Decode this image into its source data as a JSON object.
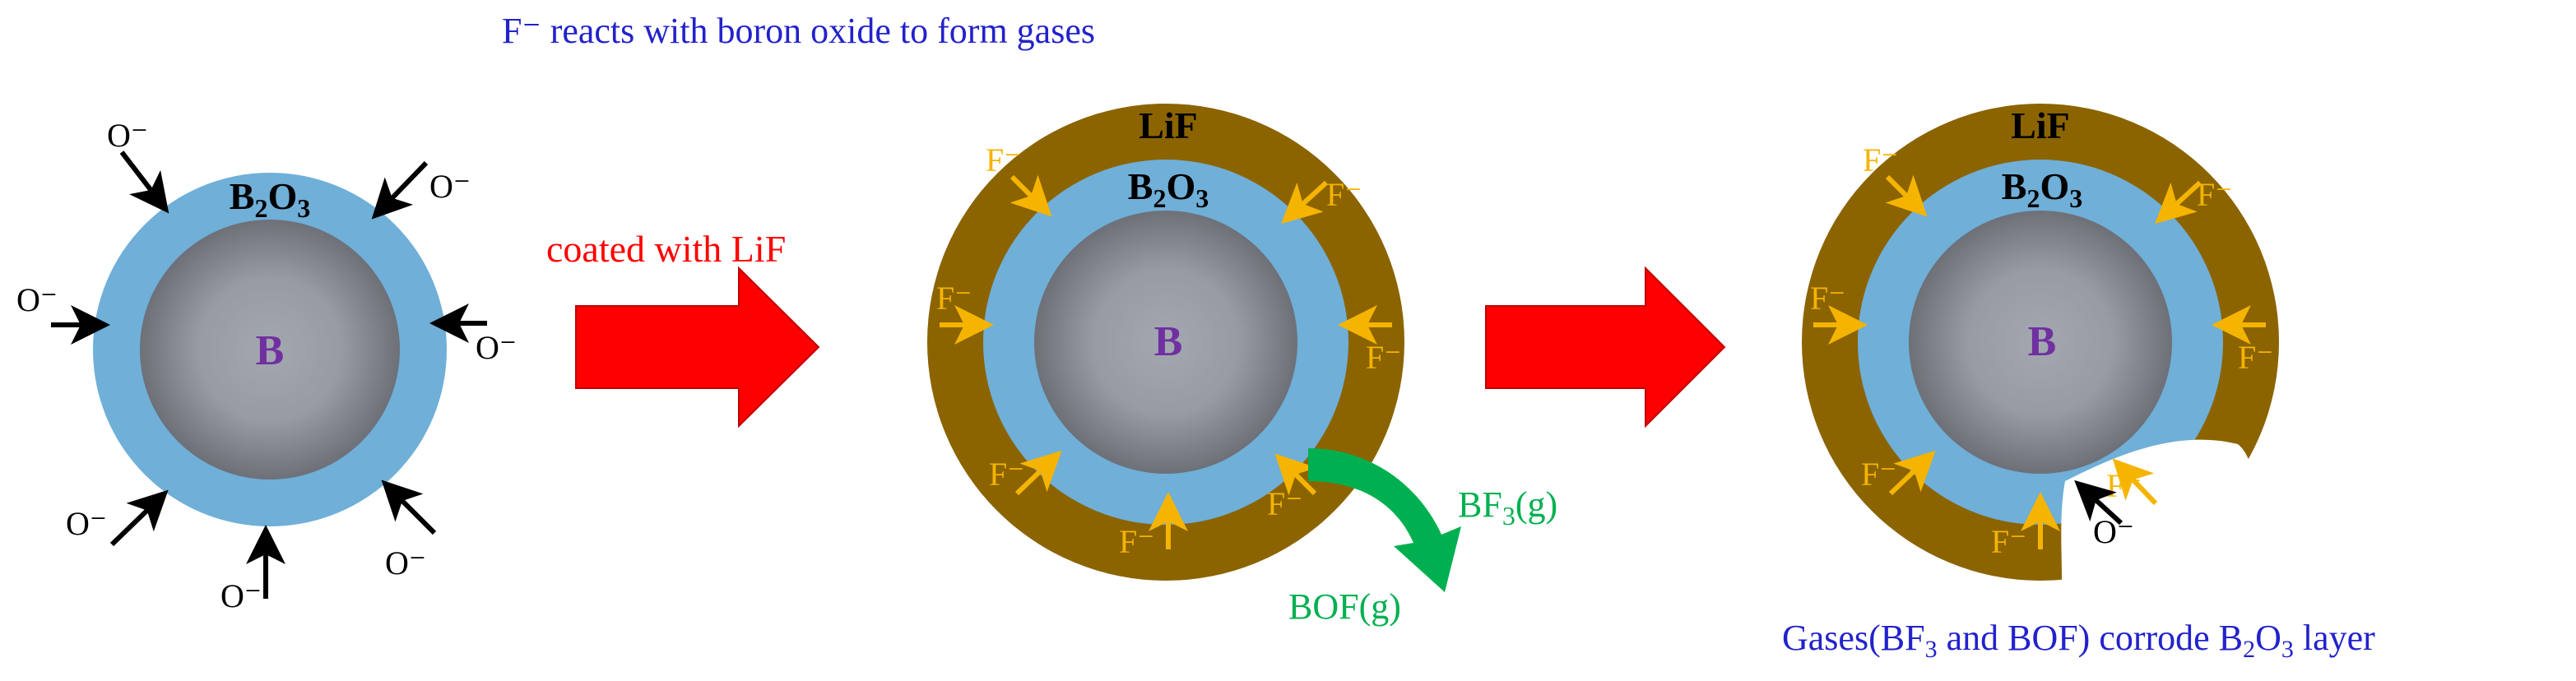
{
  "caption_top": "F⁻ reacts with boron oxide to form gases",
  "caption_bottom_parts": [
    "Gases(BF",
    "3",
    " and BOF) corrode B",
    "2",
    "O",
    "3",
    " layer"
  ],
  "arrow1_label": "coated with LiF",
  "core_label": "B",
  "oxide_label_parts": [
    "B",
    "2",
    "O",
    "3"
  ],
  "coating_label": "LiF",
  "oxygen_ion": "O⁻",
  "fluoride_ion": "F⁻",
  "gas1_parts": [
    "BF",
    "3",
    "(g)"
  ],
  "gas2_label": "BOF(g)",
  "colors": {
    "oxide_layer": "#6fafd8",
    "coating": "#8b6400",
    "core_outer": "#7b7d84",
    "core_inner": "#a3a8b0",
    "process_arrow": "#ff0000",
    "gas_arrow": "#00b050",
    "fluoride_arrow": "#f5b400",
    "oxygen_arrow": "#000000",
    "caption_text": "#2222cc"
  }
}
